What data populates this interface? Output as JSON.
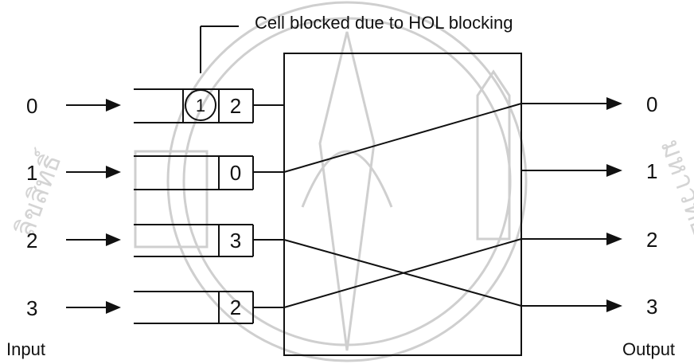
{
  "annotation": "Cell blocked due to HOL blocking",
  "input_label": "Input",
  "output_label": "Output",
  "inputs": [
    "0",
    "1",
    "2",
    "3"
  ],
  "outputs": [
    "0",
    "1",
    "2",
    "3"
  ],
  "queues": [
    {
      "port": "0",
      "head": "2",
      "blocked": "1"
    },
    {
      "port": "1",
      "head": "0"
    },
    {
      "port": "2",
      "head": "3"
    },
    {
      "port": "3",
      "head": "2"
    }
  ],
  "connections": [
    {
      "from": 0,
      "to": null
    },
    {
      "from": 1,
      "to": 0
    },
    {
      "from": 2,
      "to": 3
    },
    {
      "from": 3,
      "to": 2
    }
  ],
  "watermark": {
    "left_text": "ลิขสิทธิ์",
    "right_text": "มหาวิทยาลัย",
    "color": "#cfcfcf"
  }
}
